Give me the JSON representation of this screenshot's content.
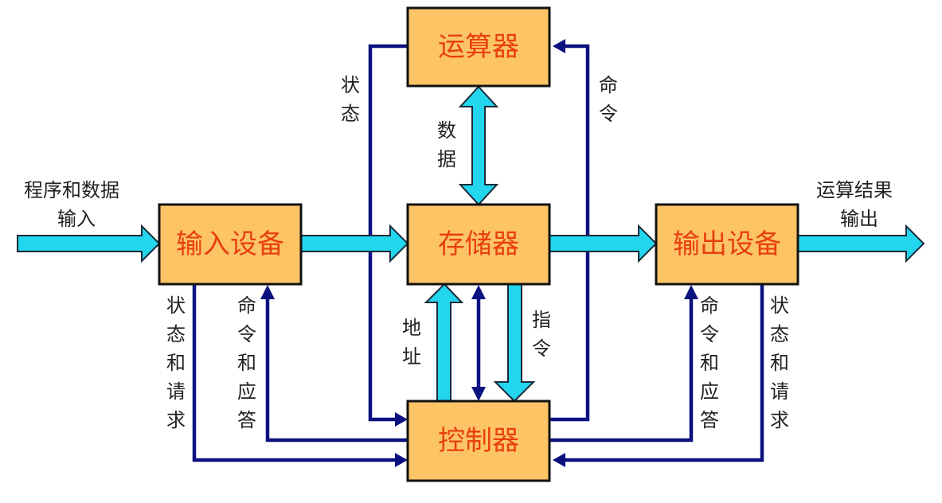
{
  "diagram": {
    "title": "计算机硬件组成 (冯·诺依曼结构)",
    "nodes": {
      "alu": "运算器",
      "memory": "存储器",
      "input": "输入设备",
      "output": "输出设备",
      "control": "控制器"
    },
    "labels": {
      "program_data_in_1": "程序和数据",
      "program_data_in_2": "输入",
      "result_out_1": "运算结果",
      "result_out_2": "输出",
      "alu_status": "状态",
      "alu_command": "命令",
      "data": "数据",
      "address": "地址",
      "instruction": "指令",
      "input_status_req": "状态和请求",
      "input_cmd_ack": "命令和应答",
      "output_cmd_ack": "命令和应答",
      "output_status_req": "状态和请求"
    },
    "edges": [
      {
        "from": "external",
        "to": "input",
        "type": "data-bus",
        "label": "程序和数据输入"
      },
      {
        "from": "input",
        "to": "memory",
        "type": "data-bus"
      },
      {
        "from": "memory",
        "to": "output",
        "type": "data-bus"
      },
      {
        "from": "output",
        "to": "external",
        "type": "data-bus",
        "label": "运算结果输出"
      },
      {
        "from": "alu",
        "to": "memory",
        "type": "data-bus",
        "bidirectional": true,
        "label": "数据"
      },
      {
        "from": "control",
        "to": "memory",
        "type": "data-bus",
        "label": "地址"
      },
      {
        "from": "memory",
        "to": "control",
        "type": "data-bus",
        "label": "指令"
      },
      {
        "from": "memory",
        "to": "control",
        "type": "control",
        "bidirectional": true
      },
      {
        "from": "alu",
        "to": "control",
        "type": "control",
        "label": "状态"
      },
      {
        "from": "control",
        "to": "alu",
        "type": "control",
        "label": "命令"
      },
      {
        "from": "input",
        "to": "control",
        "type": "control",
        "label": "状态和请求"
      },
      {
        "from": "control",
        "to": "input",
        "type": "control",
        "label": "命令和应答"
      },
      {
        "from": "control",
        "to": "output",
        "type": "control",
        "label": "命令和应答"
      },
      {
        "from": "output",
        "to": "control",
        "type": "control",
        "label": "状态和请求"
      }
    ],
    "colors": {
      "box_fill": "#fdc466",
      "box_text": "#e8400c",
      "data_bus": "#22d6ee",
      "control_line": "#0c1180"
    }
  }
}
